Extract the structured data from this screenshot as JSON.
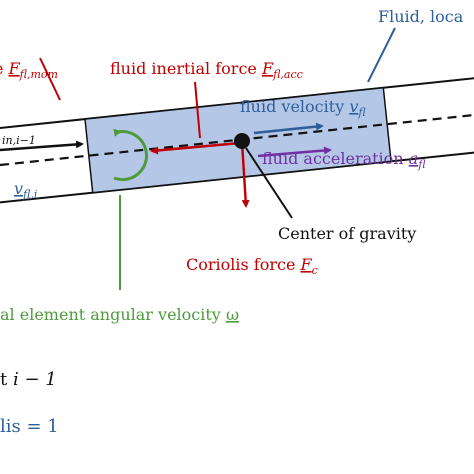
{
  "labels": {
    "fluid_local": {
      "text": "Fluid, loca"
    },
    "momentum_force": {
      "prefix": "e ",
      "symbol": "F",
      "sub": "fl,mom"
    },
    "inertial_force": {
      "prefix": "fluid inertial force ",
      "symbol": "F",
      "sub": "fl,acc"
    },
    "velocity": {
      "prefix": "fluid velocity ",
      "symbol": "v",
      "sub": "fl"
    },
    "acceleration": {
      "prefix": "fluid acceleration ",
      "symbol": "a",
      "sub": "fl"
    },
    "inlet_momentum": {
      "symbol": "",
      "sub": "in,i−1"
    },
    "inlet_velocity": {
      "symbol": "v",
      "sub": "fl,i"
    },
    "center_of_gravity": {
      "text": "Center of gravity"
    },
    "coriolis_force": {
      "prefix": "Coriolis force ",
      "symbol": "F",
      "sub": "c"
    },
    "angular_velocity": {
      "prefix": "al element angular velocity ",
      "symbol": "ω"
    },
    "element_index": {
      "prefix": "t ",
      "math": "i − 1"
    },
    "coriolis_flag": {
      "text": "lis = 1"
    }
  },
  "colors": {
    "fluid_blue": "#2e5f9a",
    "force_red": "#c00000",
    "accel_purple": "#7030a0",
    "angular_green": "#4e9a3c",
    "element_fill": "#b4c7e7",
    "ink": "#111111"
  }
}
